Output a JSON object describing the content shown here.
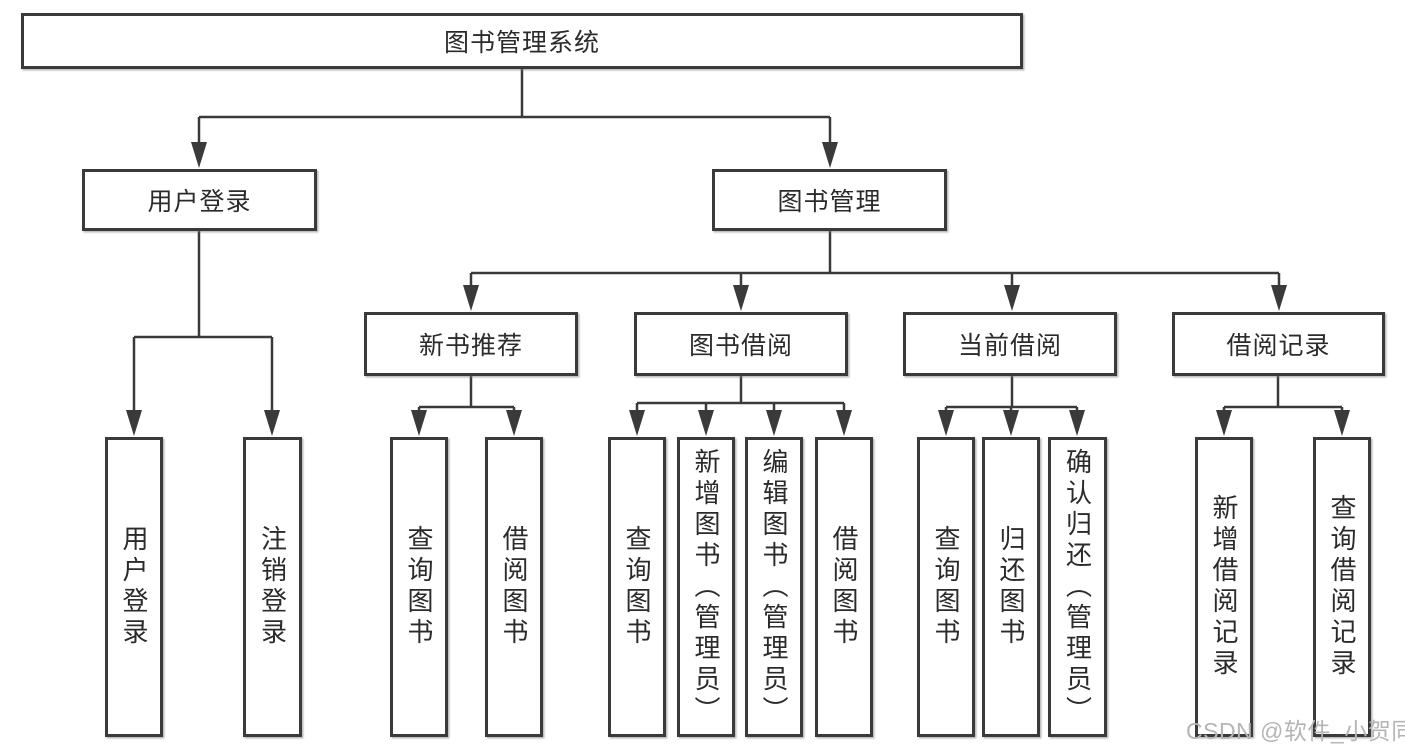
{
  "diagram": {
    "type": "tree-structure-chart",
    "colors": {
      "line": "#3a3a3a",
      "box_border": "#3a3a3a",
      "box_bg": "#ffffff",
      "text": "#2b2b2b",
      "watermark": "#b5b5b5"
    },
    "root": {
      "label": "图书管理系统"
    },
    "level2": [
      {
        "label": "用户登录"
      },
      {
        "label": "图书管理"
      }
    ],
    "level3": [
      {
        "label": "新书推荐"
      },
      {
        "label": "图书借阅"
      },
      {
        "label": "当前借阅"
      },
      {
        "label": "借阅记录"
      }
    ],
    "leaves": [
      {
        "label": "用户登录",
        "parent": "用户登录"
      },
      {
        "label": "注销登录",
        "parent": "用户登录"
      },
      {
        "label": "查询图书",
        "parent": "新书推荐"
      },
      {
        "label": "借阅图书",
        "parent": "新书推荐"
      },
      {
        "label": "查询图书",
        "parent": "图书借阅"
      },
      {
        "label": "新增图书（管理员）",
        "parent": "图书借阅"
      },
      {
        "label": "编辑图书（管理员）",
        "parent": "图书借阅"
      },
      {
        "label": "借阅图书",
        "parent": "图书借阅"
      },
      {
        "label": "查询图书",
        "parent": "当前借阅"
      },
      {
        "label": "归还图书",
        "parent": "当前借阅"
      },
      {
        "label": "确认归还（管理员）",
        "parent": "当前借阅"
      },
      {
        "label": "新增借阅记录",
        "parent": "借阅记录"
      },
      {
        "label": "查询借阅记录",
        "parent": "借阅记录"
      }
    ],
    "watermark": {
      "text": "CSDN @软件_小贺同学"
    }
  }
}
